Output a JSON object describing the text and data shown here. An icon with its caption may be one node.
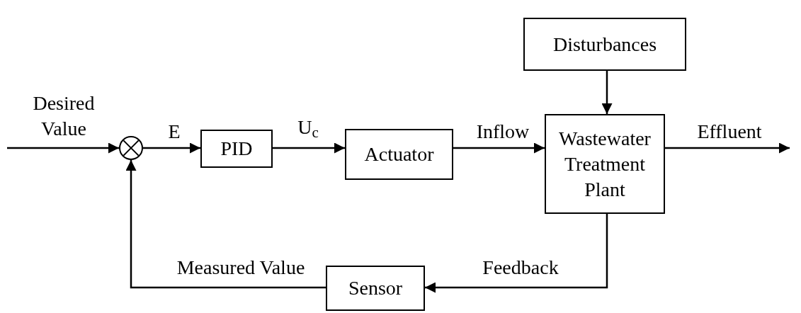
{
  "diagram": {
    "nodes": [
      {
        "text": [],
        "shape": "circle"
      },
      {
        "text": [
          "PID"
        ]
      },
      {
        "text": [
          "Actuator"
        ]
      },
      {
        "text": [
          "Wastewater Treatment Plant"
        ]
      },
      {
        "text": [
          "Disturbances"
        ]
      },
      {
        "text": [
          "Sensor"
        ]
      }
    ],
    "edges": [
      {
        "from": null,
        "to": 0,
        "arrow": "to",
        "label": "Desired Value"
      },
      {
        "from": 0,
        "to": 1,
        "arrow": "to",
        "label": "E"
      },
      {
        "from": 1,
        "to": 2,
        "arrow": "to",
        "label": "U$_{c}$"
      },
      {
        "from": 2,
        "to": 3,
        "arrow": "to",
        "label": "Inflow"
      },
      {
        "from": 3,
        "to": null,
        "arrow": "to",
        "label": "Effluent"
      },
      {
        "from": 4,
        "to": 3,
        "arrow": "to"
      },
      {
        "from": 3,
        "to": 5,
        "arrow": "to",
        "label": "Feedback"
      },
      {
        "from": 5,
        "to": 0,
        "arrow": "to",
        "label": "Measured Value"
      }
    ]
  }
}
